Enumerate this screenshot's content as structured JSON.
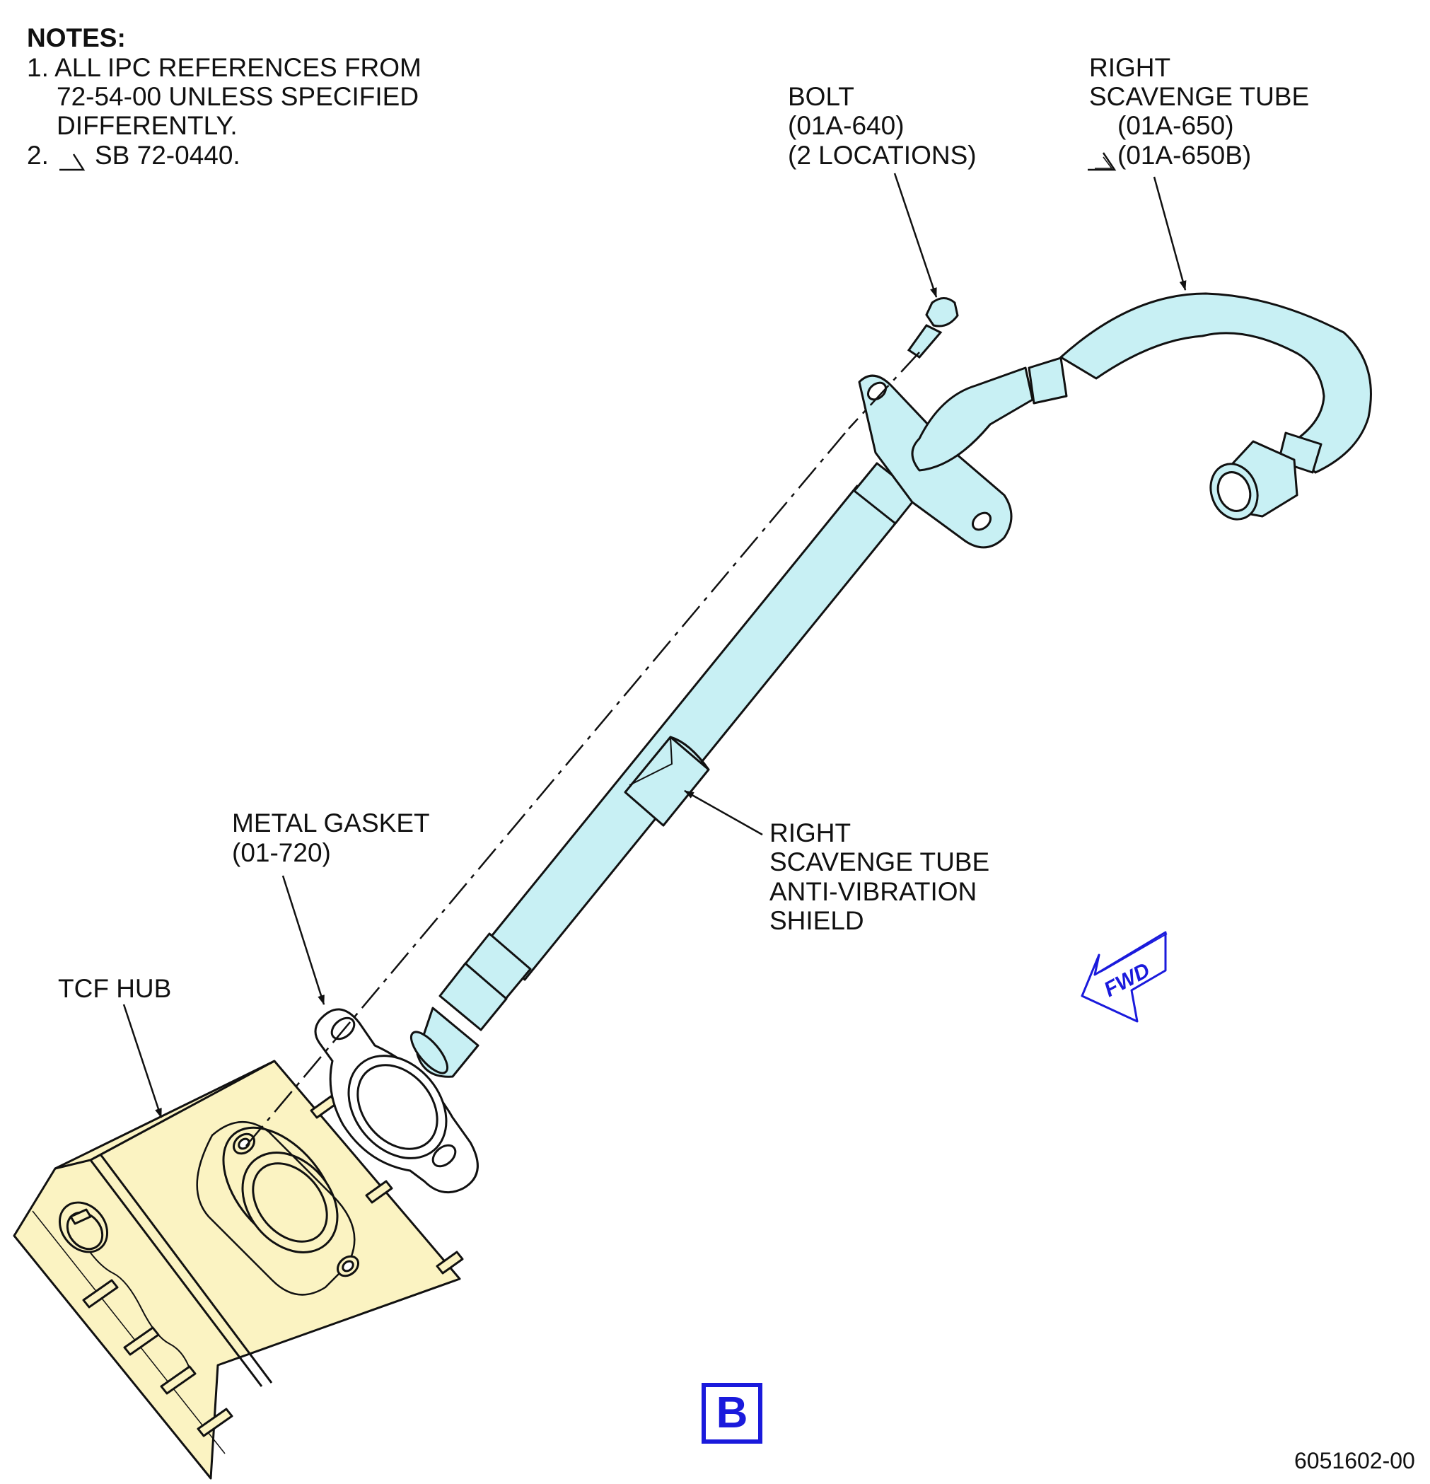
{
  "notes": {
    "heading": "NOTES:",
    "n1_line1": "1. ALL IPC REFERENCES FROM",
    "n1_line2": "72-54-00 UNLESS SPECIFIED",
    "n1_line3": "DIFFERENTLY.",
    "n2_prefix": "2.",
    "n2_text": "SB 72-0440."
  },
  "callouts": {
    "bolt": {
      "name": "BOLT",
      "ref": "(01A-640)",
      "qty": "(2 LOCATIONS)"
    },
    "scavenge_tube": {
      "line1": "RIGHT",
      "line2": "SCAVENGE TUBE",
      "ref1": "(01A-650)",
      "ref2": "(01A-650B)"
    },
    "shield": {
      "line1": "RIGHT",
      "line2": "SCAVENGE TUBE",
      "line3": "ANTI-VIBRATION",
      "line4": "SHIELD"
    },
    "gasket": {
      "name": "METAL GASKET",
      "ref": "(01-720)"
    },
    "tcf_hub": {
      "name": "TCF HUB"
    }
  },
  "fwd_label": "FWD",
  "view_label": "B",
  "figure_number": "6051602-00",
  "colors": {
    "tube_fill": "#c8f0f4",
    "hub_fill": "#fbf3c2",
    "accent_blue": "#1a1adc",
    "line": "#111111"
  }
}
